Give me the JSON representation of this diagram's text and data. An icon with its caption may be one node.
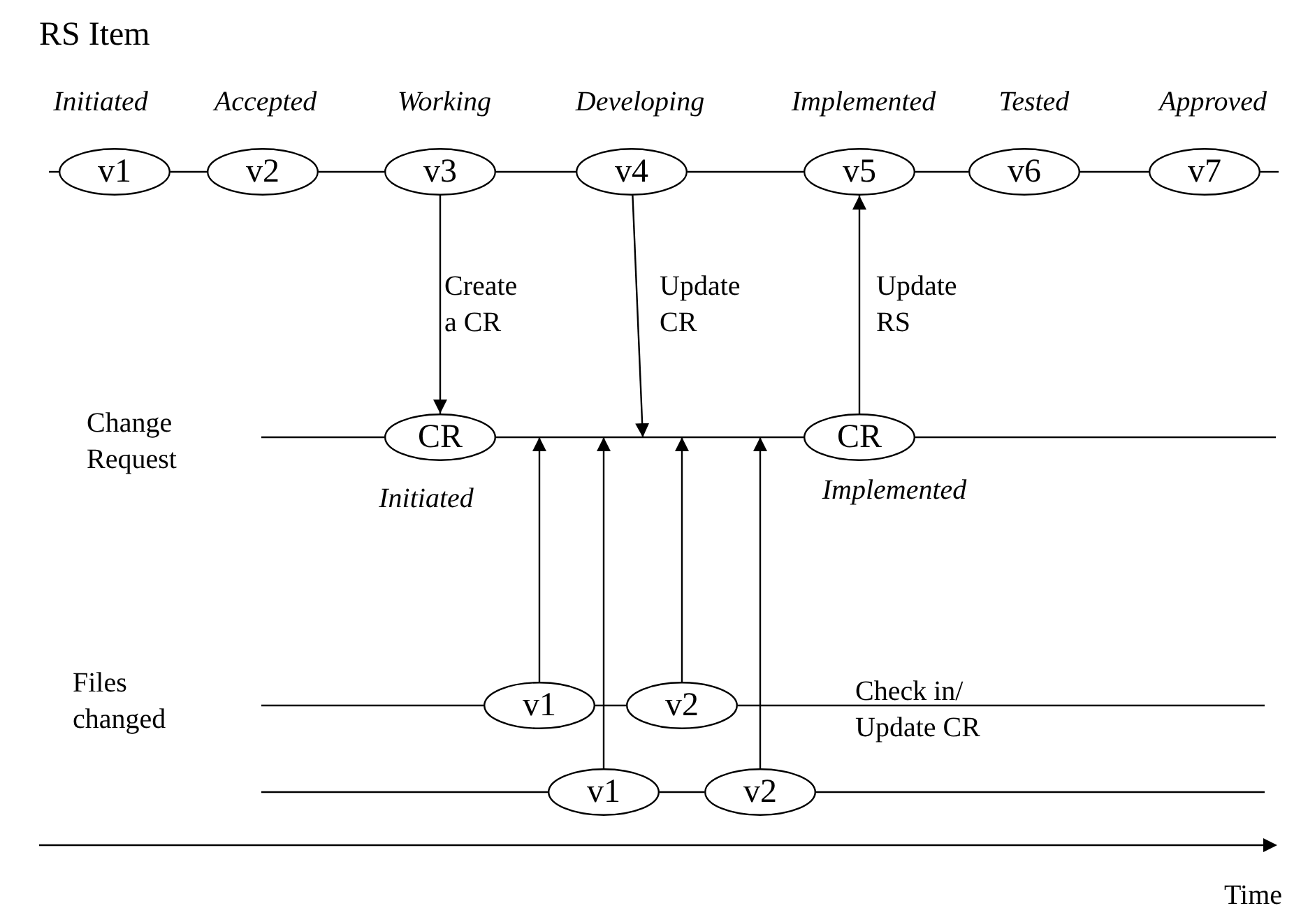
{
  "diagram": {
    "title": "RS Item",
    "nodes": [
      {
        "text": [
          "v1"
        ],
        "beside": [
          "Initiated"
        ]
      },
      {
        "text": [
          "v2"
        ],
        "beside": [
          "Accepted"
        ]
      },
      {
        "text": [
          "v3"
        ],
        "beside": [
          "Working"
        ]
      },
      {
        "text": [
          "v4"
        ],
        "beside": [
          "Developing"
        ]
      },
      {
        "text": [
          "v5"
        ],
        "beside": [
          "Implemented"
        ]
      },
      {
        "text": [
          "v6"
        ],
        "beside": [
          "Tested"
        ]
      },
      {
        "text": [
          "v7"
        ],
        "beside": [
          "Approved"
        ]
      },
      {
        "text": [
          "CR"
        ],
        "beside": [
          "Initiated"
        ]
      },
      {
        "text": [
          "CR"
        ],
        "beside": [
          "Implemented"
        ]
      },
      {
        "text": [
          "v1"
        ]
      },
      {
        "text": [
          "v2"
        ]
      },
      {
        "text": [
          "v1"
        ]
      },
      {
        "text": [
          "v2"
        ]
      }
    ],
    "edges": [
      {
        "from": 0,
        "to": 1,
        "arrow": "none"
      },
      {
        "from": 1,
        "to": 2,
        "arrow": "none"
      },
      {
        "from": 2,
        "to": 3,
        "arrow": "none"
      },
      {
        "from": 3,
        "to": 4,
        "arrow": "none"
      },
      {
        "from": 4,
        "to": 5,
        "arrow": "none"
      },
      {
        "from": 5,
        "to": 6,
        "arrow": "none"
      },
      {
        "from": null,
        "to": 0,
        "arrow": "none"
      },
      {
        "from": 6,
        "to": null,
        "arrow": "none"
      },
      {
        "from": null,
        "to": 7,
        "arrow": "none"
      },
      {
        "from": 7,
        "to": 8,
        "arrow": "none"
      },
      {
        "from": 8,
        "to": null,
        "arrow": "none"
      },
      {
        "from": null,
        "to": 9,
        "arrow": "none"
      },
      {
        "from": 9,
        "to": 10,
        "arrow": "none"
      },
      {
        "from": 10,
        "to": null,
        "arrow": "none"
      },
      {
        "from": null,
        "to": 11,
        "arrow": "none"
      },
      {
        "from": 11,
        "to": 12,
        "arrow": "none"
      },
      {
        "from": 12,
        "to": null,
        "arrow": "none"
      },
      {
        "from": 2,
        "to": 7,
        "arrow": "to",
        "label": "Create a CR"
      },
      {
        "from": 3,
        "to": null,
        "arrow": "to",
        "label": "Update CR"
      },
      {
        "from": 8,
        "to": 4,
        "arrow": "to",
        "label": "Update RS"
      },
      {
        "from": 9,
        "to": null,
        "arrow": "to"
      },
      {
        "from": 10,
        "to": null,
        "arrow": "to"
      },
      {
        "from": 11,
        "to": null,
        "arrow": "to"
      },
      {
        "from": 12,
        "to": null,
        "arrow": "to"
      }
    ],
    "labels": [
      "Change Request",
      "Files changed",
      "Check in/ Update CR",
      "Time"
    ]
  }
}
